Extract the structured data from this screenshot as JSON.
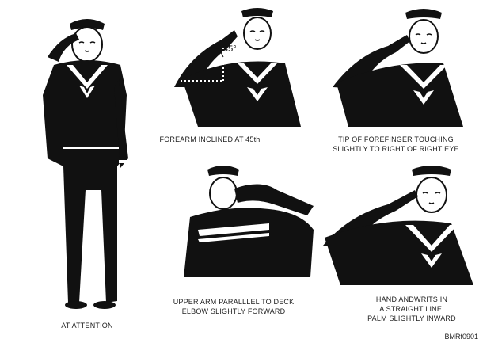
{
  "figure": {
    "angle_label": "45°",
    "code": "BMRf0901"
  },
  "captions": {
    "at_attention": "AT ATTENTION",
    "forearm": "FOREARM INCLINED AT 45th",
    "forefinger": "TIP OF FOREFINGER TOUCHING\nSLIGHTLY TO RIGHT OF RIGHT EYE",
    "upper_arm": "UPPER ARM PARALLLEL TO DECK\nELBOW SLIGHTLY FORWARD",
    "hand_wrist": "HAND ANDWRITS IN\nA STRAIGHT LINE,\nPALM SLIGHTLY INWARD"
  },
  "colors": {
    "ink": "#111111",
    "paper": "#ffffff"
  }
}
